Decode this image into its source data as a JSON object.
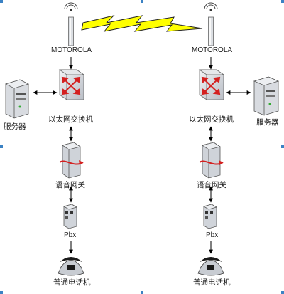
{
  "labels": {
    "left_antenna": "MOTOROLA",
    "right_antenna": "MOTOROLA",
    "left_switch": "以太网交换机",
    "right_switch": "以太网交换机",
    "left_server": "服务器",
    "right_server": "服务器",
    "left_gateway": "语音网关",
    "right_gateway": "语音网关",
    "left_pbx": "Pbx",
    "right_pbx": "Pbx",
    "left_phone": "普通电话机",
    "right_phone": "普通电话机"
  },
  "colors": {
    "lightning": "#ffff00",
    "router_arrows": "#d42020",
    "device_gray": "#c9cdd3",
    "line": "#000000",
    "selection_handle": "#3b82c4"
  },
  "icons": [
    "antenna-icon",
    "lightning-bolt-icon",
    "router-switch-icon",
    "server-icon",
    "gateway-icon",
    "pbx-icon",
    "telephone-icon"
  ]
}
